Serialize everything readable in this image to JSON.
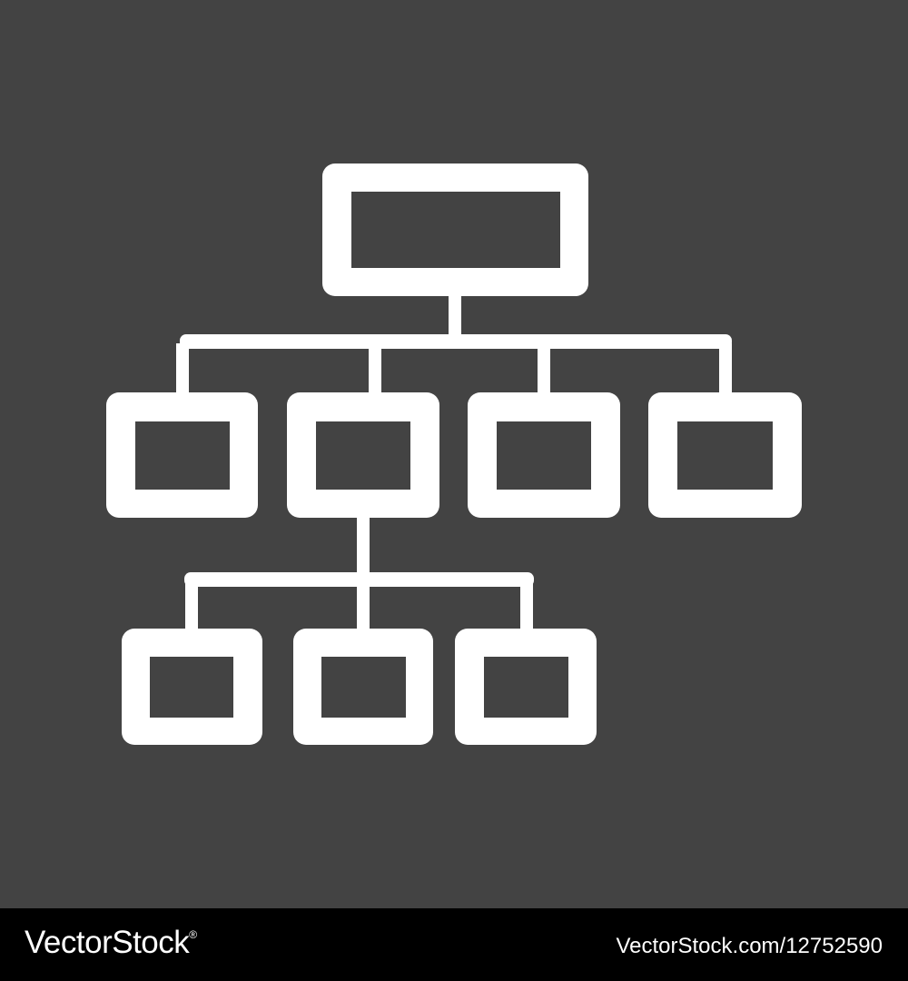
{
  "colors": {
    "background": "#434343",
    "icon": "#ffffff",
    "footer": "#000000",
    "footer_text": "#ffffff"
  },
  "icon": {
    "name": "org-chart-icon",
    "levels": [
      {
        "level": 1,
        "box_count": 1
      },
      {
        "level": 2,
        "box_count": 4
      },
      {
        "level": 3,
        "box_count": 3
      }
    ]
  },
  "footer": {
    "brand": "VectorStock",
    "registered_mark": "®",
    "image_id": "VectorStock.com/12752590"
  }
}
